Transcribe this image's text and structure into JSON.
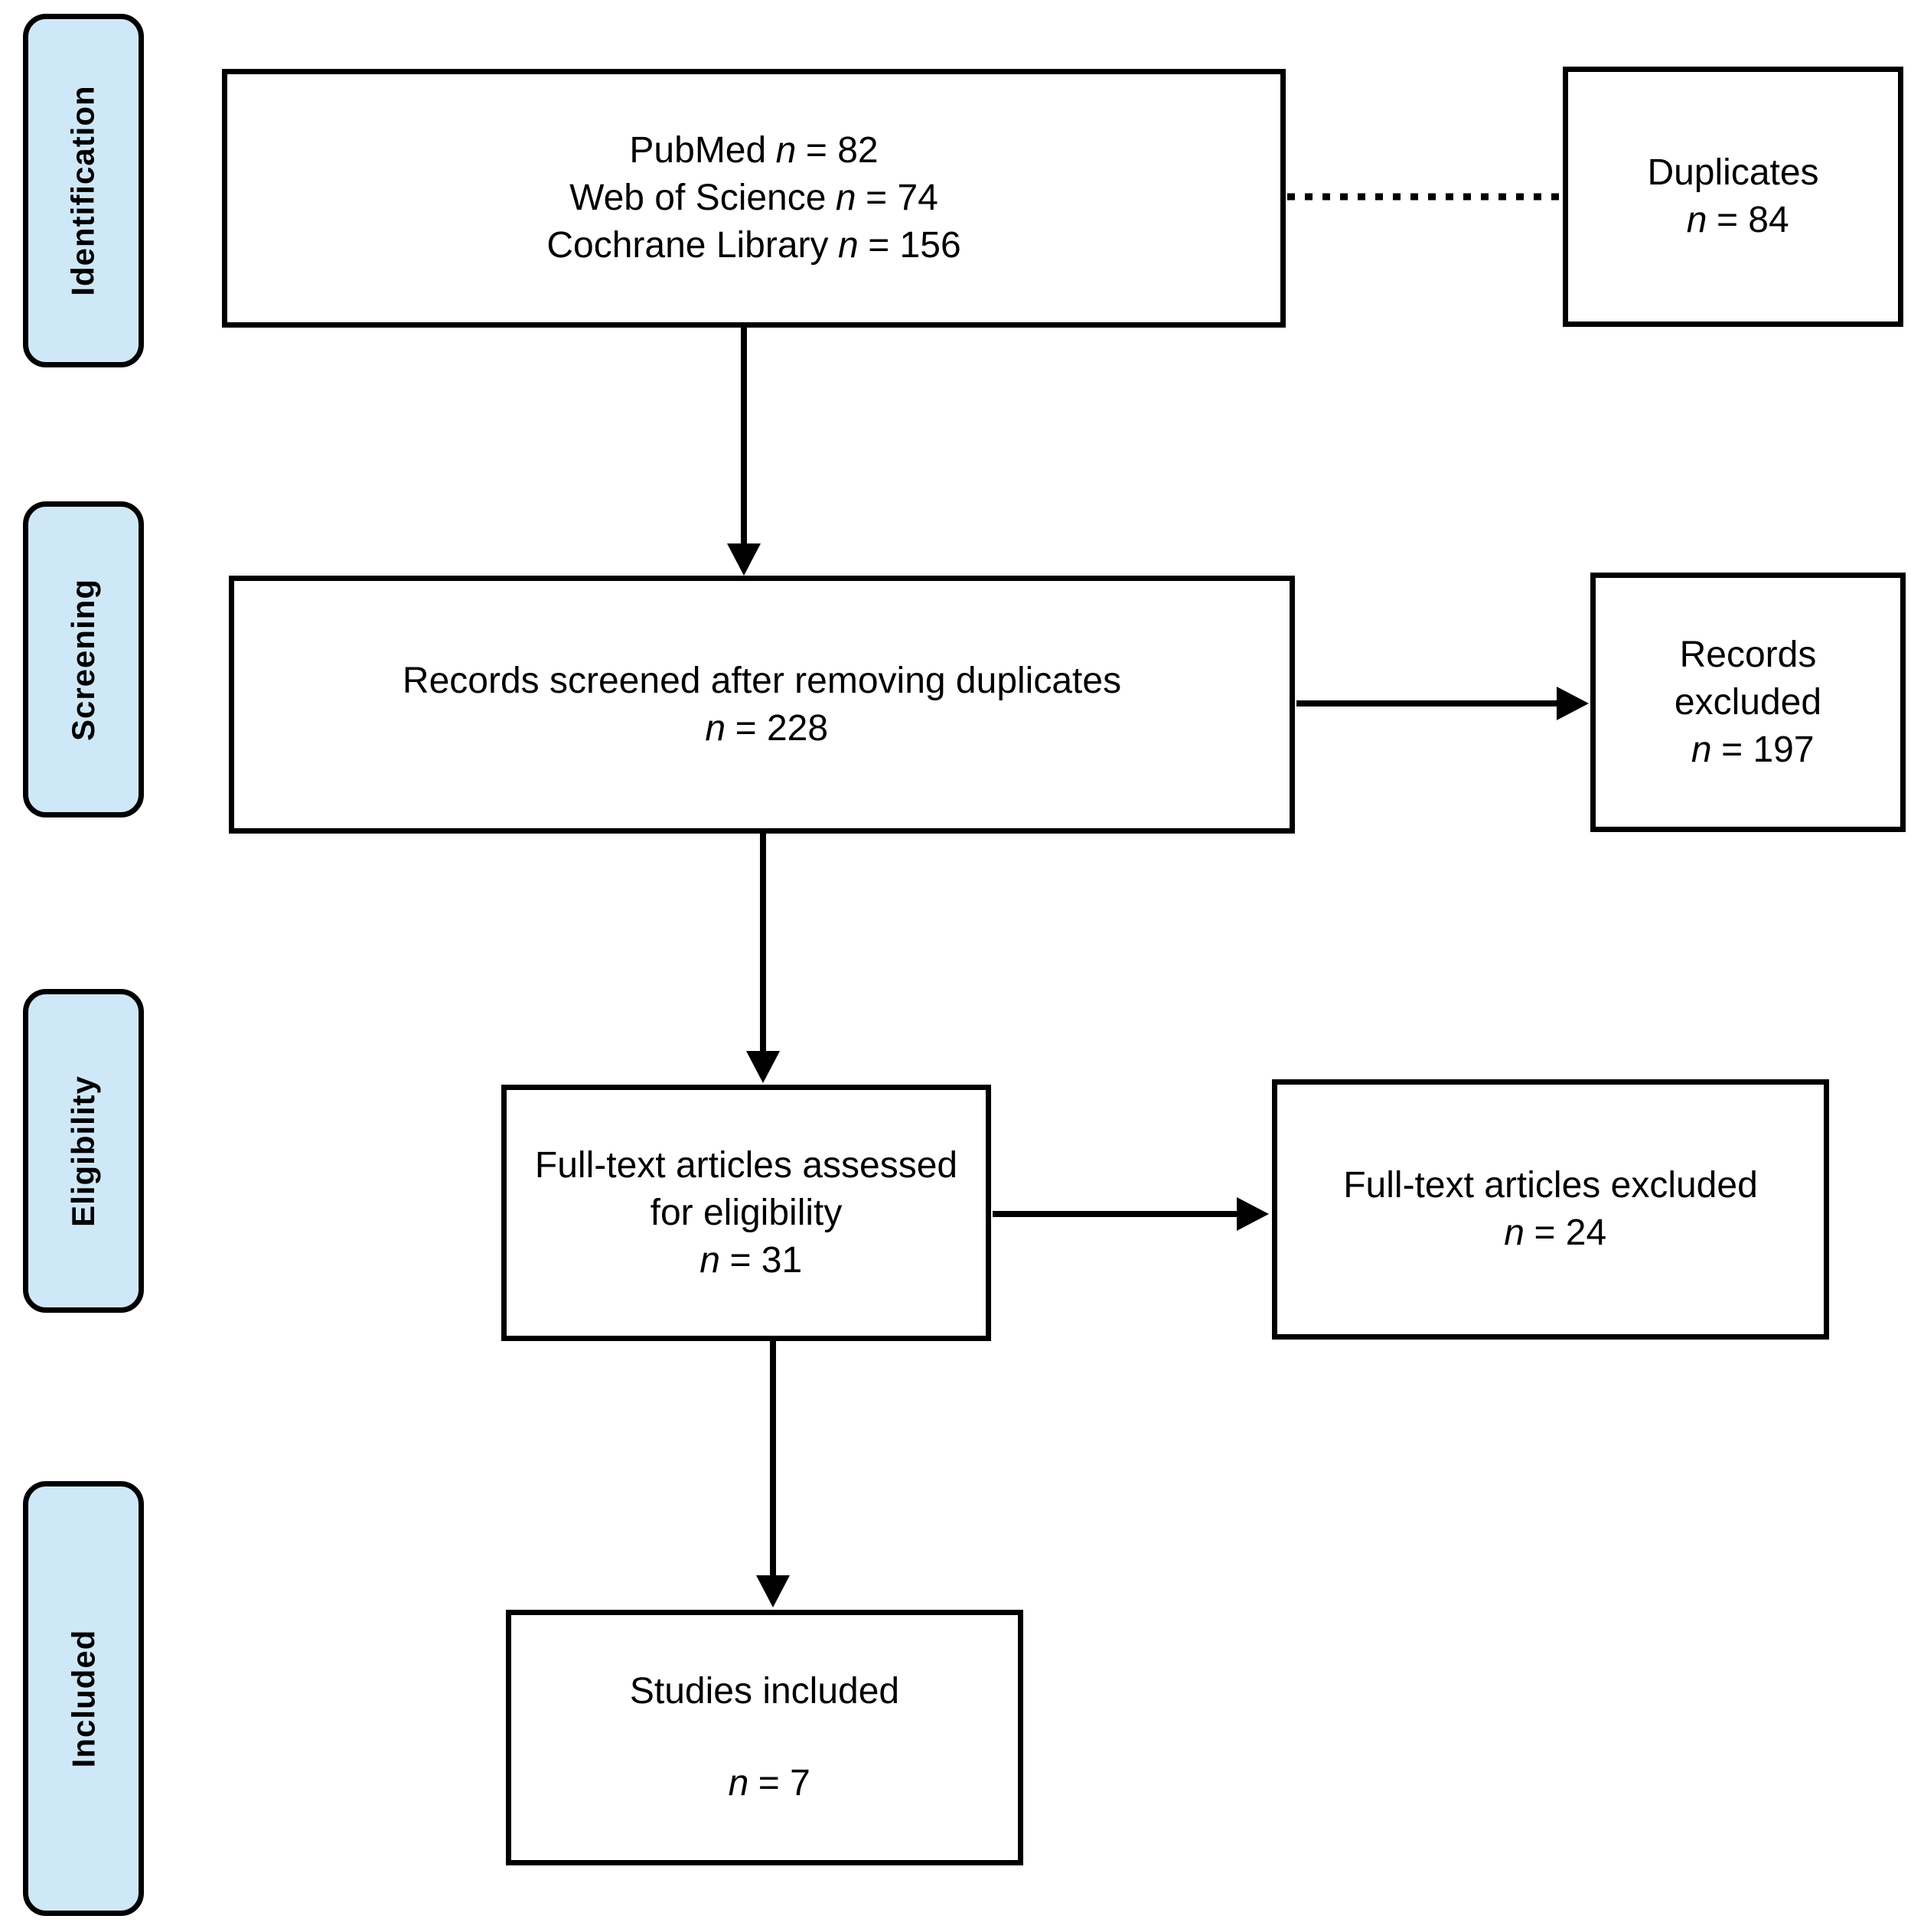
{
  "palette": {
    "stage_fill": "#cfe8f8",
    "line_color": "#000000",
    "background": "#ffffff"
  },
  "sidebar": {
    "items": [
      {
        "label": "Identification"
      },
      {
        "label": "Screening"
      },
      {
        "label": "Eligibility"
      },
      {
        "label": "Included"
      }
    ]
  },
  "boxes": {
    "sources": {
      "lines": [
        {
          "text": "PubMed",
          "n": "n",
          "eq": "= 82"
        },
        {
          "text": "Web of Science",
          "n": "n",
          "eq": "= 74"
        },
        {
          "text": "Cochrane Library",
          "n": "n",
          "eq": "= 156"
        }
      ]
    },
    "duplicates": {
      "title": "Duplicates",
      "n": "n",
      "eq": "= 84"
    },
    "screened": {
      "title": "Records screened after removing duplicates",
      "n": "n",
      "eq": "= 228"
    },
    "records_excluded": {
      "title_line1": "Records",
      "title_line2": "excluded",
      "n": "n",
      "eq": "= 197"
    },
    "fulltext": {
      "title_line1": "Full-text articles assessed",
      "title_line2": "for eligibility",
      "n": "n",
      "eq": "= 31"
    },
    "fulltext_excluded": {
      "title": "Full-text articles excluded",
      "n": "n",
      "eq": "= 24"
    },
    "included": {
      "title": "Studies included",
      "n": "n",
      "eq": "= 7"
    }
  }
}
